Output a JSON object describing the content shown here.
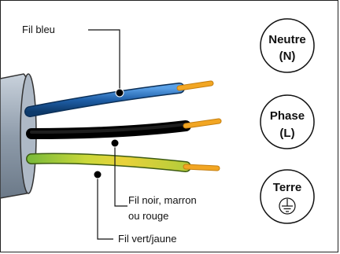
{
  "labels": {
    "blue_wire": "Fil bleu",
    "black_wire_line1": "Fil noir, marron",
    "black_wire_line2": "ou rouge",
    "green_wire": "Fil vert/jaune"
  },
  "badges": {
    "neutral": {
      "name": "Neutre",
      "code": "(N)"
    },
    "phase": {
      "name": "Phase",
      "code": "(L)"
    },
    "earth": {
      "name": "Terre",
      "symbol_icon": "earth-ground-icon"
    }
  },
  "colors": {
    "blue_wire": "#1f5fa8",
    "black_wire": "#111111",
    "green_wire": "#a5c833",
    "green_stripe": "#e9d23a",
    "copper_tip": "#f2a623",
    "cable_sheath": "#9aa8b8"
  }
}
